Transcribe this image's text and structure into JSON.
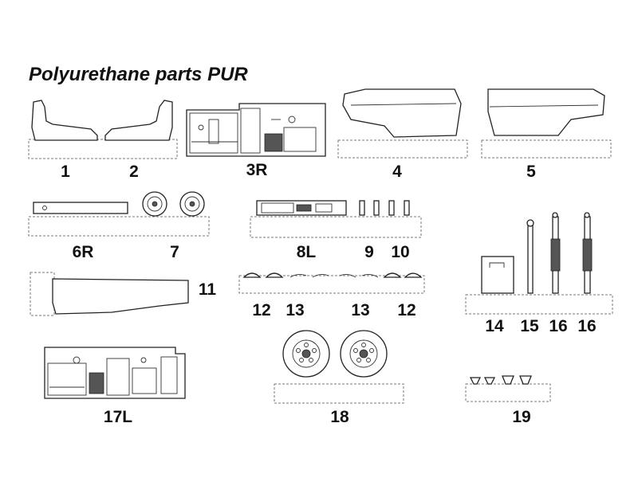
{
  "title": "Polyurethane parts PUR",
  "labels": {
    "p1": "1",
    "p2": "2",
    "p3": "3R",
    "p4": "4",
    "p5": "5",
    "p6": "6R",
    "p7": "7",
    "p8": "8L",
    "p9": "9",
    "p10": "10",
    "p11": "11",
    "p12a": "12",
    "p13a": "13",
    "p13b": "13",
    "p12b": "12",
    "p14": "14",
    "p15": "15",
    "p16a": "16",
    "p16b": "16",
    "p17": "17L",
    "p18": "18",
    "p19": "19"
  }
}
